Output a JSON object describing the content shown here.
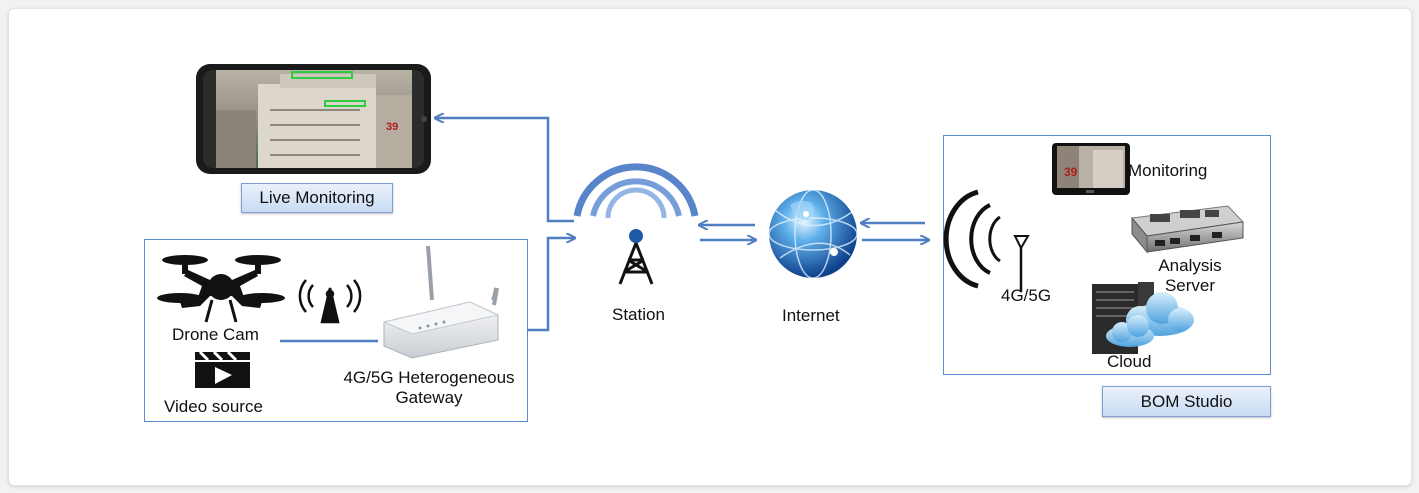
{
  "labels": {
    "live_monitoring": "Live Monitoring",
    "drone_cam": "Drone Cam",
    "video_source": "Video source",
    "gateway_line1": "4G/5G Heterogeneous",
    "gateway_line2": "Gateway",
    "station": "Station",
    "internet": "Internet",
    "monitoring": "Monitoring",
    "analysis_line1": "Analysis",
    "analysis_line2": "Server",
    "antenna": "4G/5G",
    "cloud": "Cloud",
    "bom_studio": "BOM Studio",
    "building_number": "39"
  },
  "colors": {
    "arrow": "#4f7fc0",
    "box_border": "#5b8bd0",
    "tag_fill": "#d7e4f6"
  },
  "icons": [
    "smartphone-icon",
    "drone-icon",
    "clapperboard-icon",
    "wireless-signal-icon",
    "router-icon",
    "tower-icon",
    "globe-icon",
    "antenna-icon",
    "monitor-icon",
    "server-icon",
    "cloud-icon"
  ]
}
